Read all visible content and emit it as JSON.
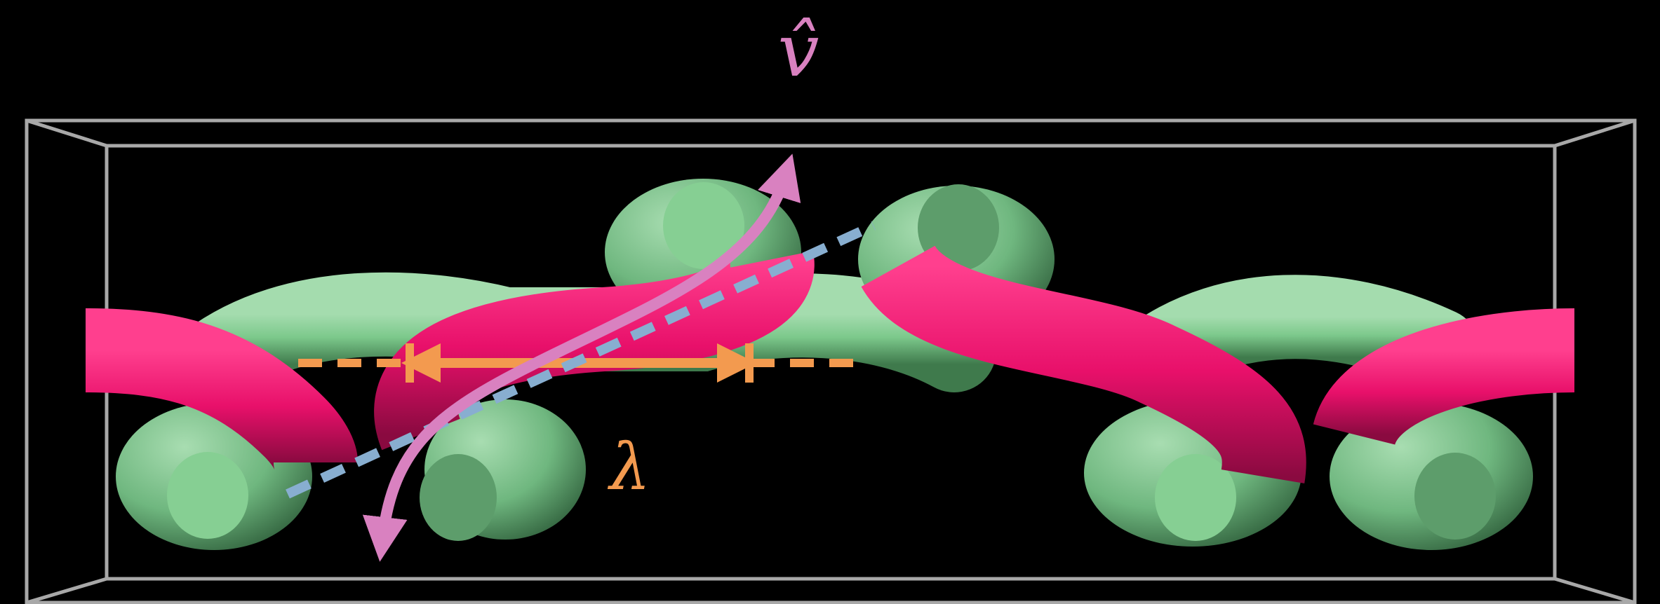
{
  "labels": {
    "direction": "v̂",
    "wavelength": "λ"
  },
  "colors": {
    "background": "#000000",
    "box": "#a8a8a8",
    "tube_green": "#7dc98c",
    "tube_green_dark": "#3f7a4c",
    "tube_cap": "#86cf93",
    "tube_magenta": "#e8106a",
    "tube_magenta_dark": "#8a0a40",
    "arrow_pink": "#d981c0",
    "wavelength_orange": "#f39a4f",
    "axis_blue": "#88aed0"
  },
  "icons": {
    "direction_arrow": "double-headed-arrow",
    "wavelength_marker": "double-headed-bracket-arrow"
  }
}
